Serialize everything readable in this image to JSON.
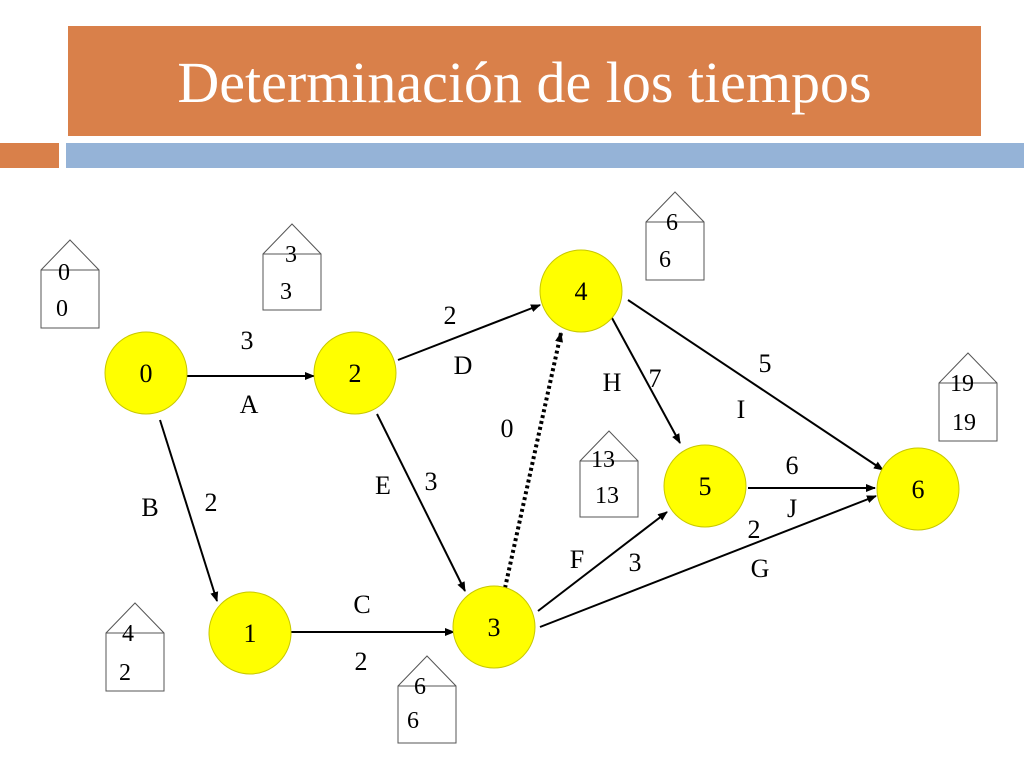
{
  "slide": {
    "title": "Determinación de los tiempos"
  },
  "colors": {
    "title_fill": "#d9804a",
    "accent_bar": "#95b3d7",
    "node_fill": "#ffff00",
    "node_stroke": "#c8c800"
  },
  "network": {
    "nodes": [
      {
        "id": "n0",
        "label": "0"
      },
      {
        "id": "n2",
        "label": "2"
      },
      {
        "id": "n4",
        "label": "4"
      },
      {
        "id": "n5",
        "label": "5"
      },
      {
        "id": "n6",
        "label": "6"
      },
      {
        "id": "n1",
        "label": "1"
      },
      {
        "id": "n3",
        "label": "3"
      }
    ],
    "activities": [
      {
        "id": "A",
        "name": "A",
        "duration": "3"
      },
      {
        "id": "B",
        "name": "B",
        "duration": "2"
      },
      {
        "id": "C",
        "name": "C",
        "duration": "2"
      },
      {
        "id": "D",
        "name": "D",
        "duration": "2"
      },
      {
        "id": "E",
        "name": "E",
        "duration": "3"
      },
      {
        "id": "dummy",
        "name": "",
        "duration": "0"
      },
      {
        "id": "F",
        "name": "F",
        "duration": "3"
      },
      {
        "id": "G",
        "name": "G",
        "duration": "2"
      },
      {
        "id": "H",
        "name": "H",
        "duration": "7"
      },
      {
        "id": "I",
        "name": "I",
        "duration": "5"
      },
      {
        "id": "J",
        "name": "J",
        "duration": "6"
      }
    ],
    "time_boxes": [
      {
        "node": "n0",
        "early": "0",
        "late": "0"
      },
      {
        "node": "n2",
        "early": "3",
        "late": "3"
      },
      {
        "node": "n4",
        "early": "6",
        "late": "6"
      },
      {
        "node": "n6",
        "early": "19",
        "late": "19"
      },
      {
        "node": "n5",
        "early": "13",
        "late": "13"
      },
      {
        "node": "n1",
        "early": "4",
        "late": "2"
      },
      {
        "node": "n3",
        "early": "6",
        "late": "6"
      }
    ]
  }
}
